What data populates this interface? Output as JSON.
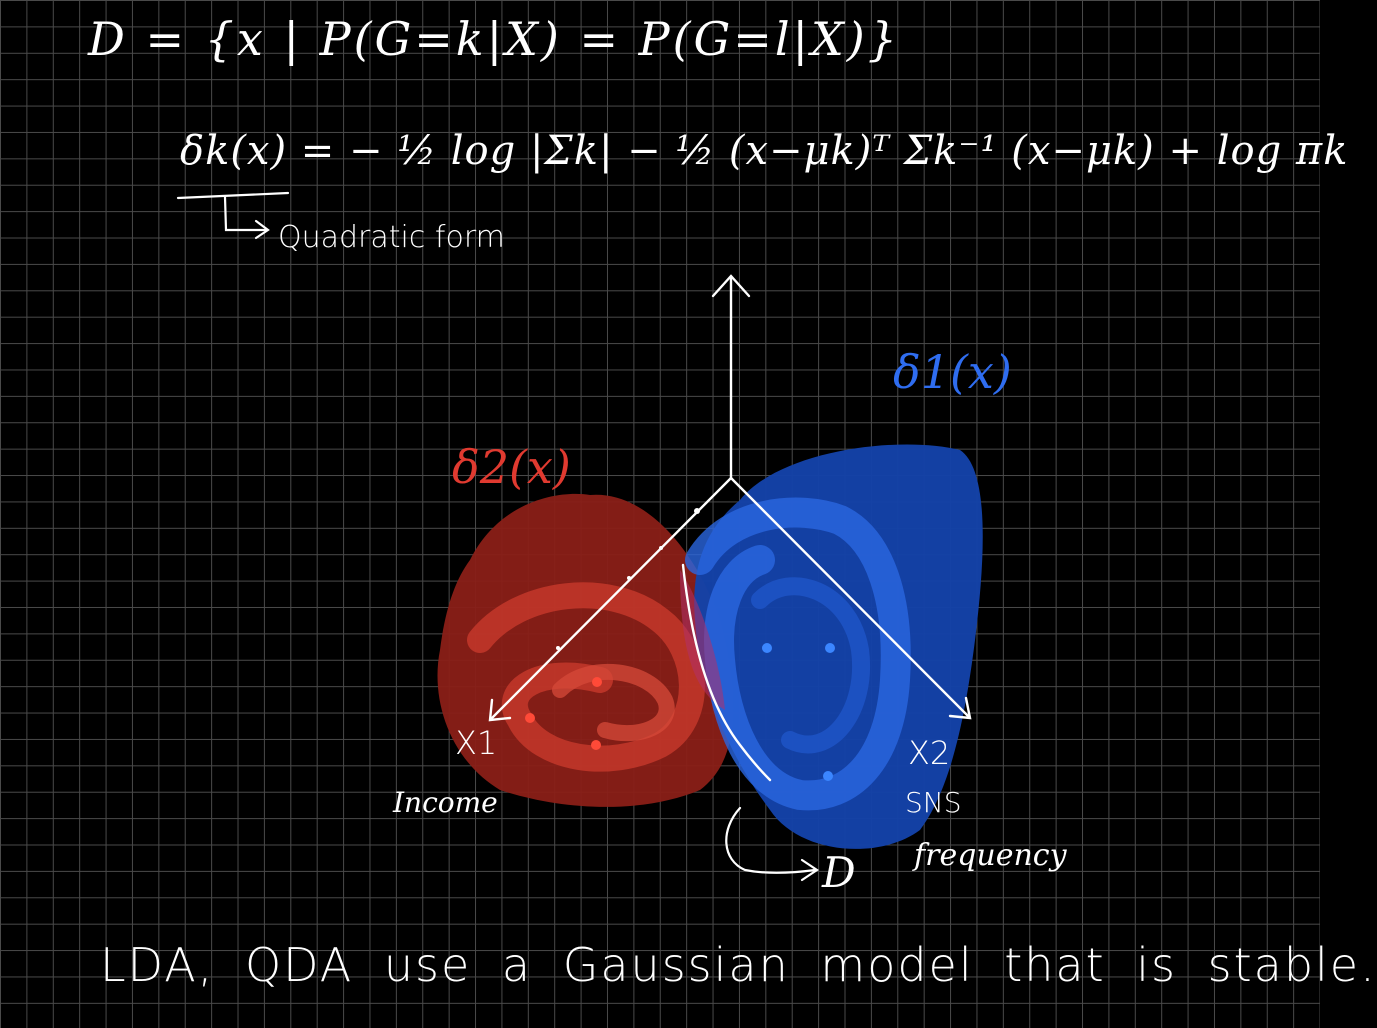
{
  "equations": {
    "decision_boundary": "D = {x | P(G=k|X) = P(G=l|X)}",
    "discriminant": "δk(x) = − ½ log |Σk| − ½ (x−μk)ᵀ Σk⁻¹ (x−μk) + log πk",
    "arrow_note": "Quadratic form"
  },
  "labels": {
    "delta1": "δ1(x)",
    "delta2": "δ2(x)",
    "x1": "X1",
    "x1_desc": "Income",
    "x2": "X2",
    "x2_desc_line1": "SNS",
    "x2_desc_line2": "frequency",
    "boundary_label": "D"
  },
  "footer": {
    "sentence": "LDA, QDA use a Gaussian model that is stable."
  },
  "colors": {
    "background": "#000000",
    "grid": "#4a4a4a",
    "ink": "#ffffff",
    "class1_blue": "#1f5fd6",
    "class2_red": "#c0302a"
  }
}
